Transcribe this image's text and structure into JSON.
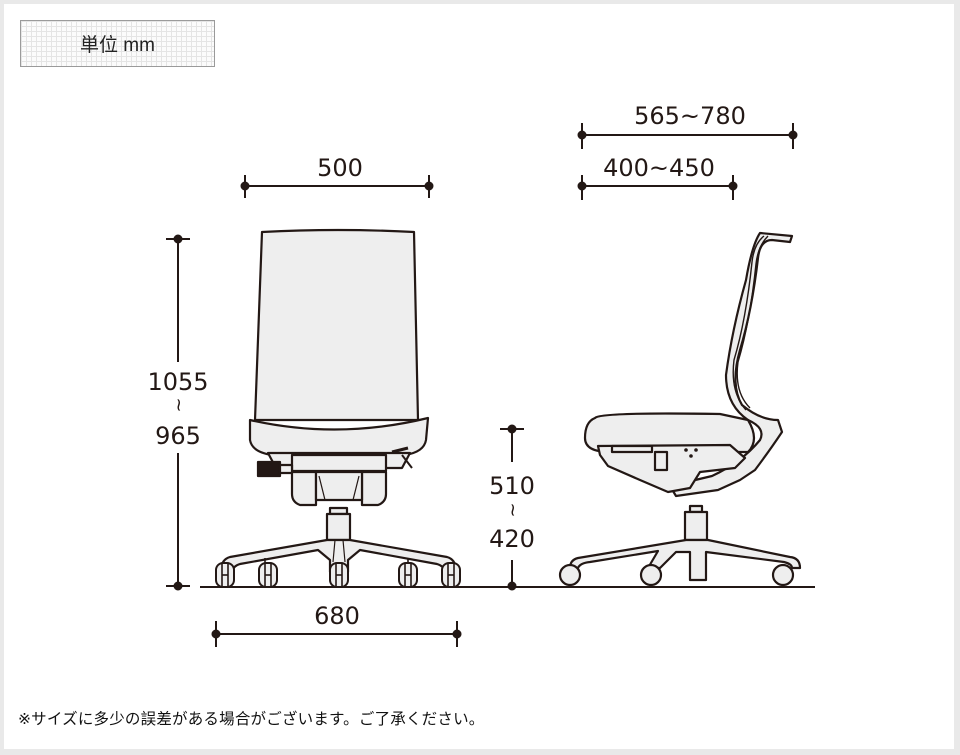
{
  "unit_label": "単位 mm",
  "footnote": "※サイズに多少の誤差がある場合がございます。ご了承ください。",
  "colors": {
    "background": "#e9e9e9",
    "panel": "#ffffff",
    "line": "#231815",
    "fill": "#eeeeee"
  },
  "front_view": {
    "width_label": "500",
    "height_top_label": "1055",
    "height_sep": "~",
    "height_bottom_label": "965",
    "base_width_label": "680"
  },
  "side_view": {
    "depth_overall_label": "565~780",
    "seat_depth_label": "400~450",
    "seat_height_top_label": "510",
    "seat_height_sep": "~",
    "seat_height_bottom_label": "420"
  }
}
